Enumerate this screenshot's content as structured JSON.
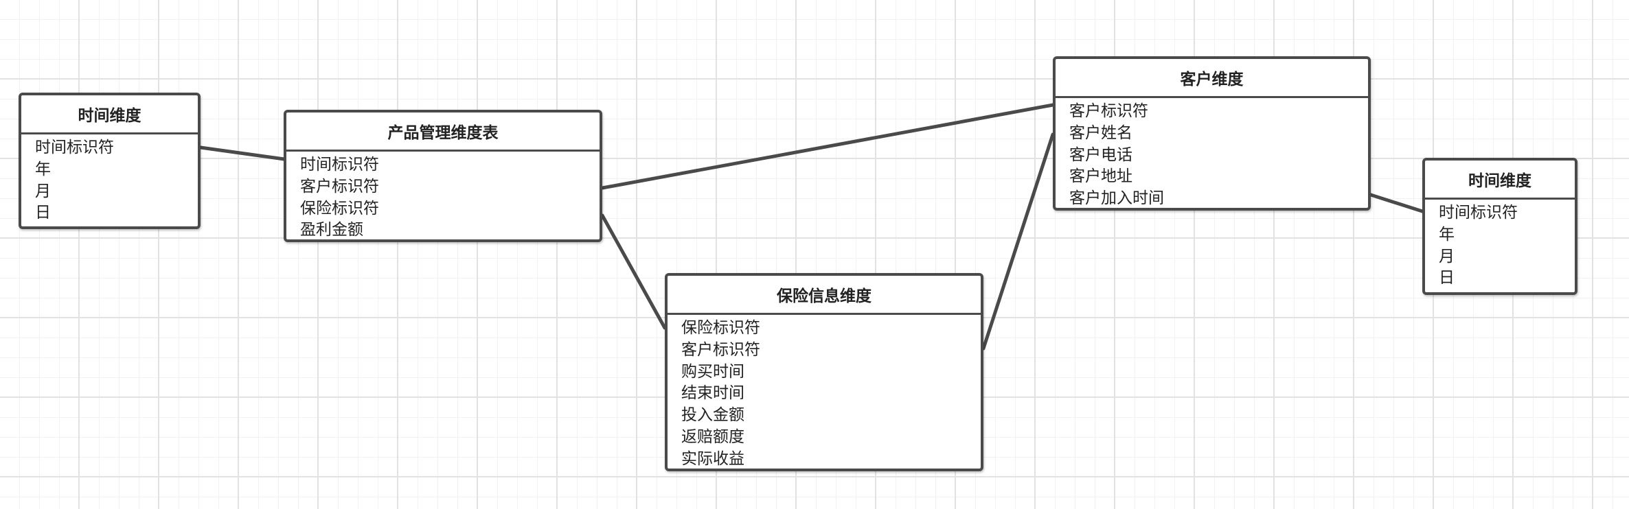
{
  "entities": {
    "time_left": {
      "title": "时间维度",
      "fields": [
        "时间标识符",
        "年",
        "月",
        "日"
      ]
    },
    "product": {
      "title": "产品管理维度表",
      "fields": [
        "时间标识符",
        "客户标识符",
        "保险标识符",
        "盈利金额"
      ]
    },
    "insurance": {
      "title": "保险信息维度",
      "fields": [
        "保险标识符",
        "客户标识符",
        "购买时间",
        "结束时间",
        "投入金额",
        "返赔额度",
        "实际收益"
      ]
    },
    "customer": {
      "title": "客户维度",
      "fields": [
        "客户标识符",
        "客户姓名",
        "客户电话",
        "客户地址",
        "客户加入时间"
      ]
    },
    "time_right": {
      "title": "时间维度",
      "fields": [
        "时间标识符",
        "年",
        "月",
        "日"
      ]
    }
  },
  "relationships": [
    {
      "from": "time_left",
      "to": "product"
    },
    {
      "from": "product",
      "to": "customer"
    },
    {
      "from": "product",
      "to": "insurance"
    },
    {
      "from": "insurance",
      "to": "customer"
    },
    {
      "from": "customer",
      "to": "time_right"
    }
  ],
  "colors": {
    "border": "#4a4a4a",
    "connector": "#4a4a4a",
    "text": "#222222"
  }
}
